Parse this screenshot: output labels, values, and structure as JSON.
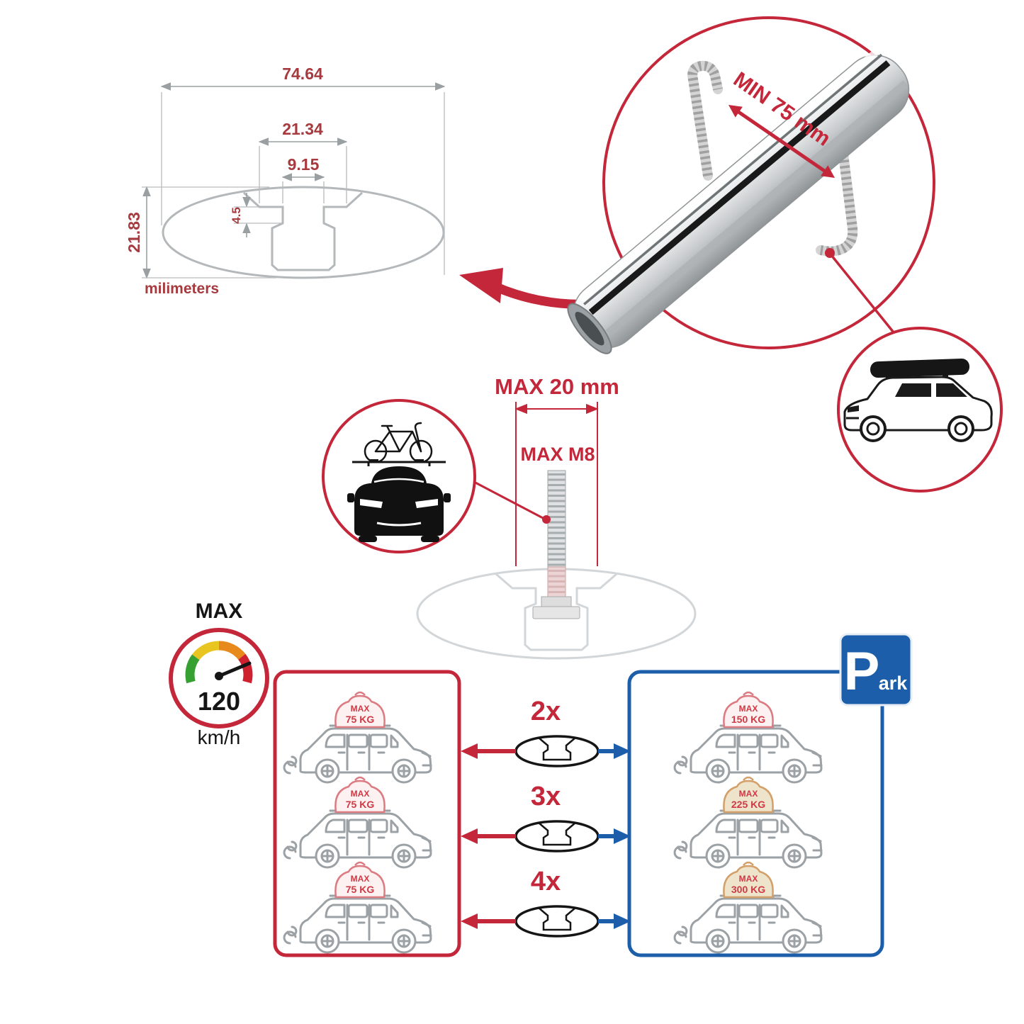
{
  "colors": {
    "accent_red": "#c4263a",
    "accent_blue": "#1c5ea9",
    "dimension_text": "#a63a3e"
  },
  "dimension_diagram": {
    "total_width": "74.64",
    "slot_outer_width": "21.34",
    "slot_inner_width": "9.15",
    "slot_depth": "4.5",
    "total_height": "21.83",
    "unit_label": "milimeters"
  },
  "bar_detail": {
    "min_spacing_label": "MIN 75 mm"
  },
  "mount_detail": {
    "max_width_label": "MAX 20 mm",
    "max_thread_label": "MAX M8"
  },
  "speed_limit": {
    "title": "MAX",
    "value": "120",
    "unit": "km/h"
  },
  "park_sign": {
    "letter": "P",
    "suffix": "ark"
  },
  "load_chart": {
    "rows": [
      {
        "count": "2x",
        "left": {
          "label": "MAX",
          "weight": "75 KG"
        },
        "right": {
          "label": "MAX",
          "weight": "150 KG"
        }
      },
      {
        "count": "3x",
        "left": {
          "label": "MAX",
          "weight": "75 KG"
        },
        "right": {
          "label": "MAX",
          "weight": "225 KG"
        }
      },
      {
        "count": "4x",
        "left": {
          "label": "MAX",
          "weight": "75 KG"
        },
        "right": {
          "label": "MAX",
          "weight": "300 KG"
        }
      }
    ]
  },
  "icons": {
    "speedometer": "speed-gauge-icon",
    "bike_car": "car-front-with-bike-icon",
    "roofbox_car": "suv-with-roofbox-icon",
    "crossbar_section": "crossbar-profile-icon",
    "parking": "parking-sign-icon"
  }
}
